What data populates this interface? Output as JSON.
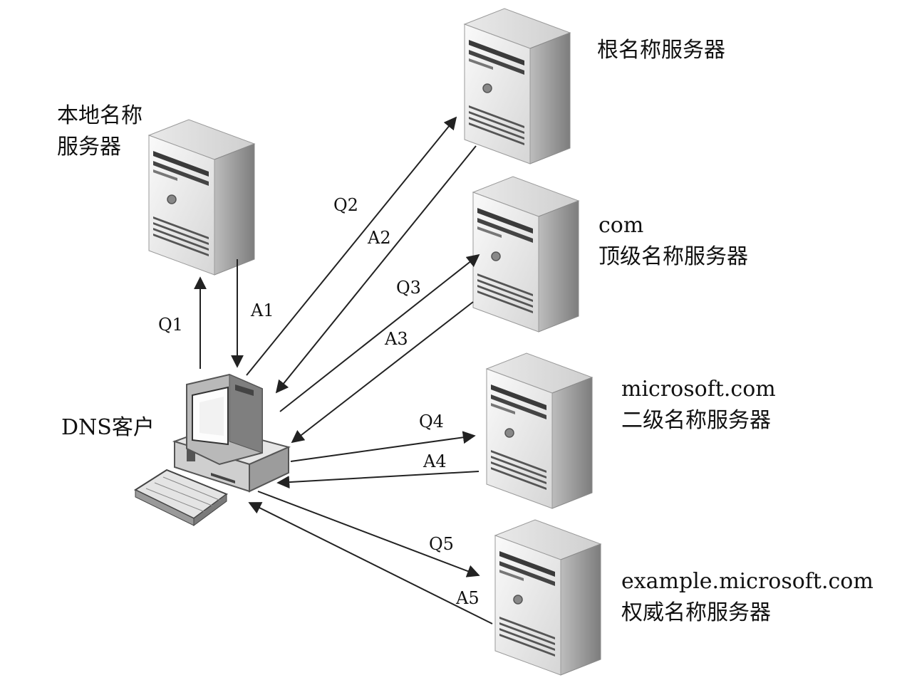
{
  "nodes": {
    "local": {
      "label_lines": [
        "本地名称",
        "服务器"
      ]
    },
    "root": {
      "label_lines": [
        "根名称服务器"
      ]
    },
    "com": {
      "label_lines": [
        "com",
        "顶级名称服务器"
      ]
    },
    "microsoft": {
      "label_lines": [
        "microsoft.com",
        "二级名称服务器"
      ]
    },
    "example": {
      "label_lines": [
        "example.microsoft.com",
        "权威名称服务器"
      ]
    },
    "client": {
      "label_lines": [
        "DNS客户"
      ]
    }
  },
  "edges": {
    "q1": "Q1",
    "a1": "A1",
    "q2": "Q2",
    "a2": "A2",
    "q3": "Q3",
    "a3": "A3",
    "q4": "Q4",
    "a4": "A4",
    "q5": "Q5",
    "a5": "A5"
  }
}
